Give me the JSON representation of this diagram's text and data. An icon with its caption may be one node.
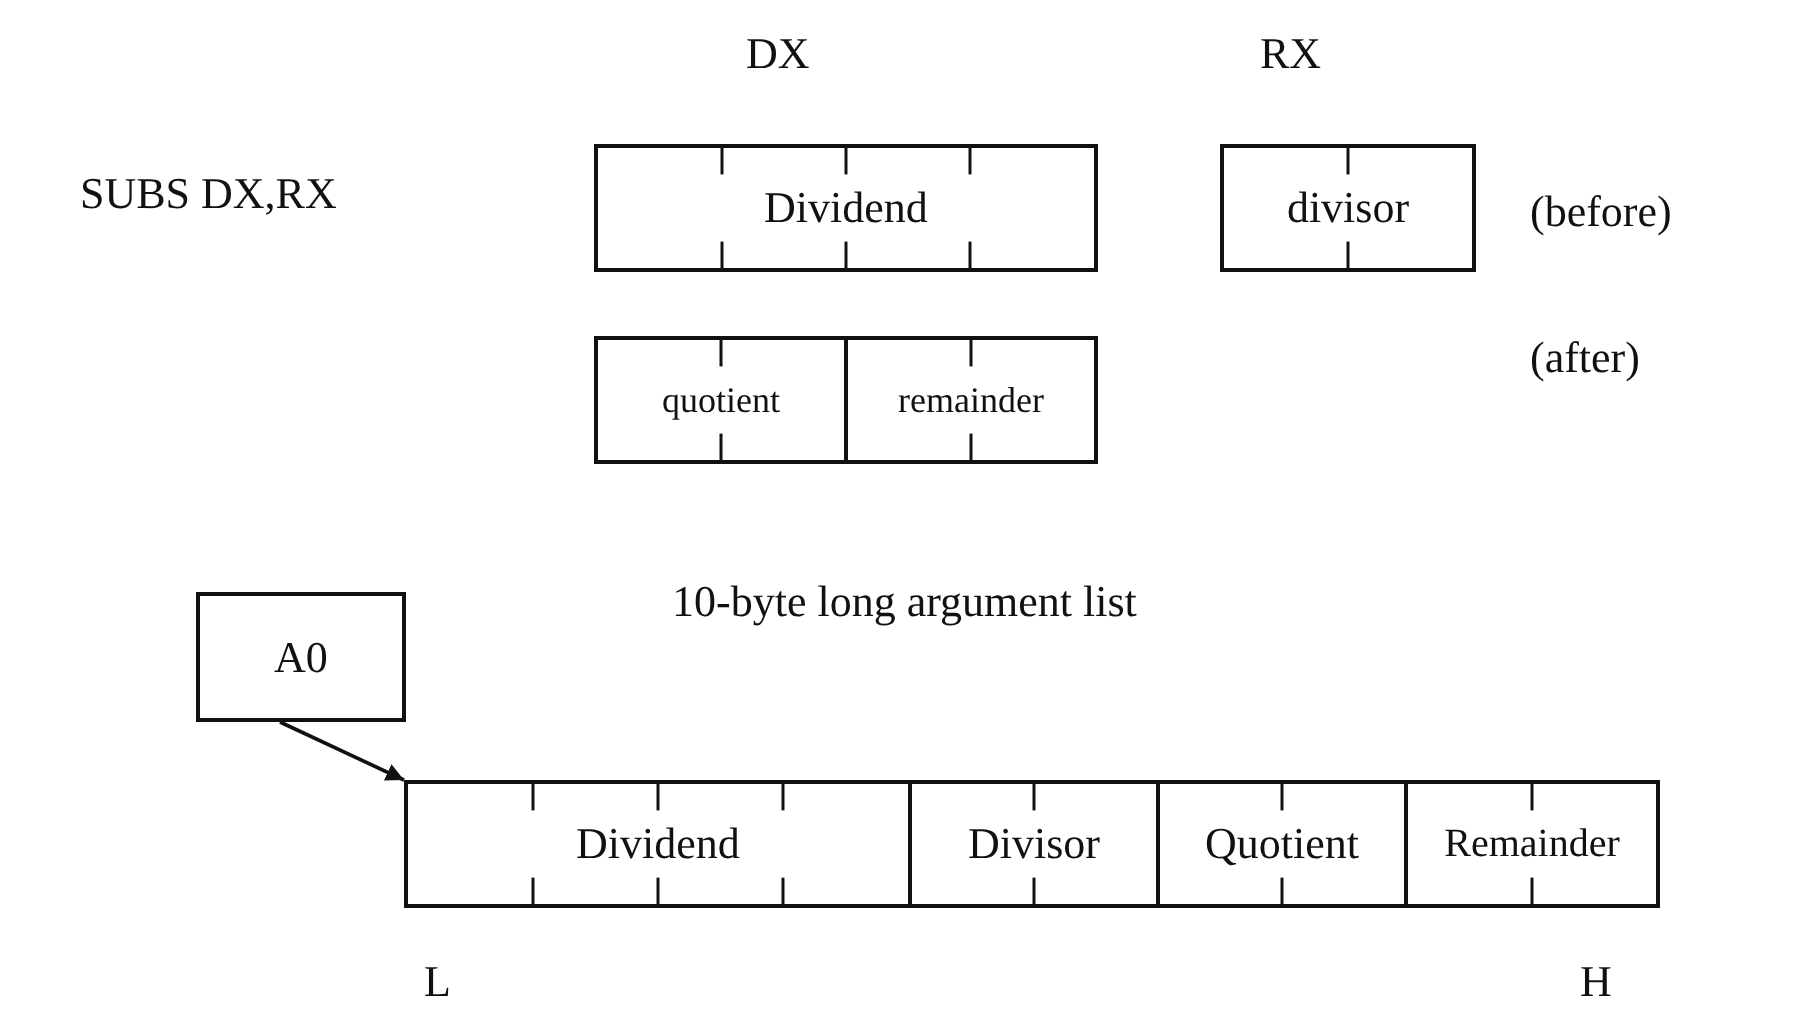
{
  "diagram": {
    "nodes": [
      {
        "text": [
          "Dividend"
        ]
      },
      {
        "text": [
          "divisor"
        ]
      },
      {
        "text": [
          "quotient"
        ]
      },
      {
        "text": [
          "remainder"
        ]
      },
      {
        "text": [
          "A0"
        ]
      },
      {
        "text": [
          "Dividend"
        ]
      },
      {
        "text": [
          "Divisor"
        ]
      },
      {
        "text": [
          "Quotient"
        ]
      },
      {
        "text": [
          "Remainder"
        ]
      }
    ],
    "edges": [
      {
        "from": 4,
        "to": 5,
        "arrow": "to"
      }
    ],
    "labels": [
      "DX",
      "RX",
      "SUBS DX,RX",
      "(before)",
      "(after)",
      "10-byte long argument list",
      "L",
      "H"
    ]
  }
}
